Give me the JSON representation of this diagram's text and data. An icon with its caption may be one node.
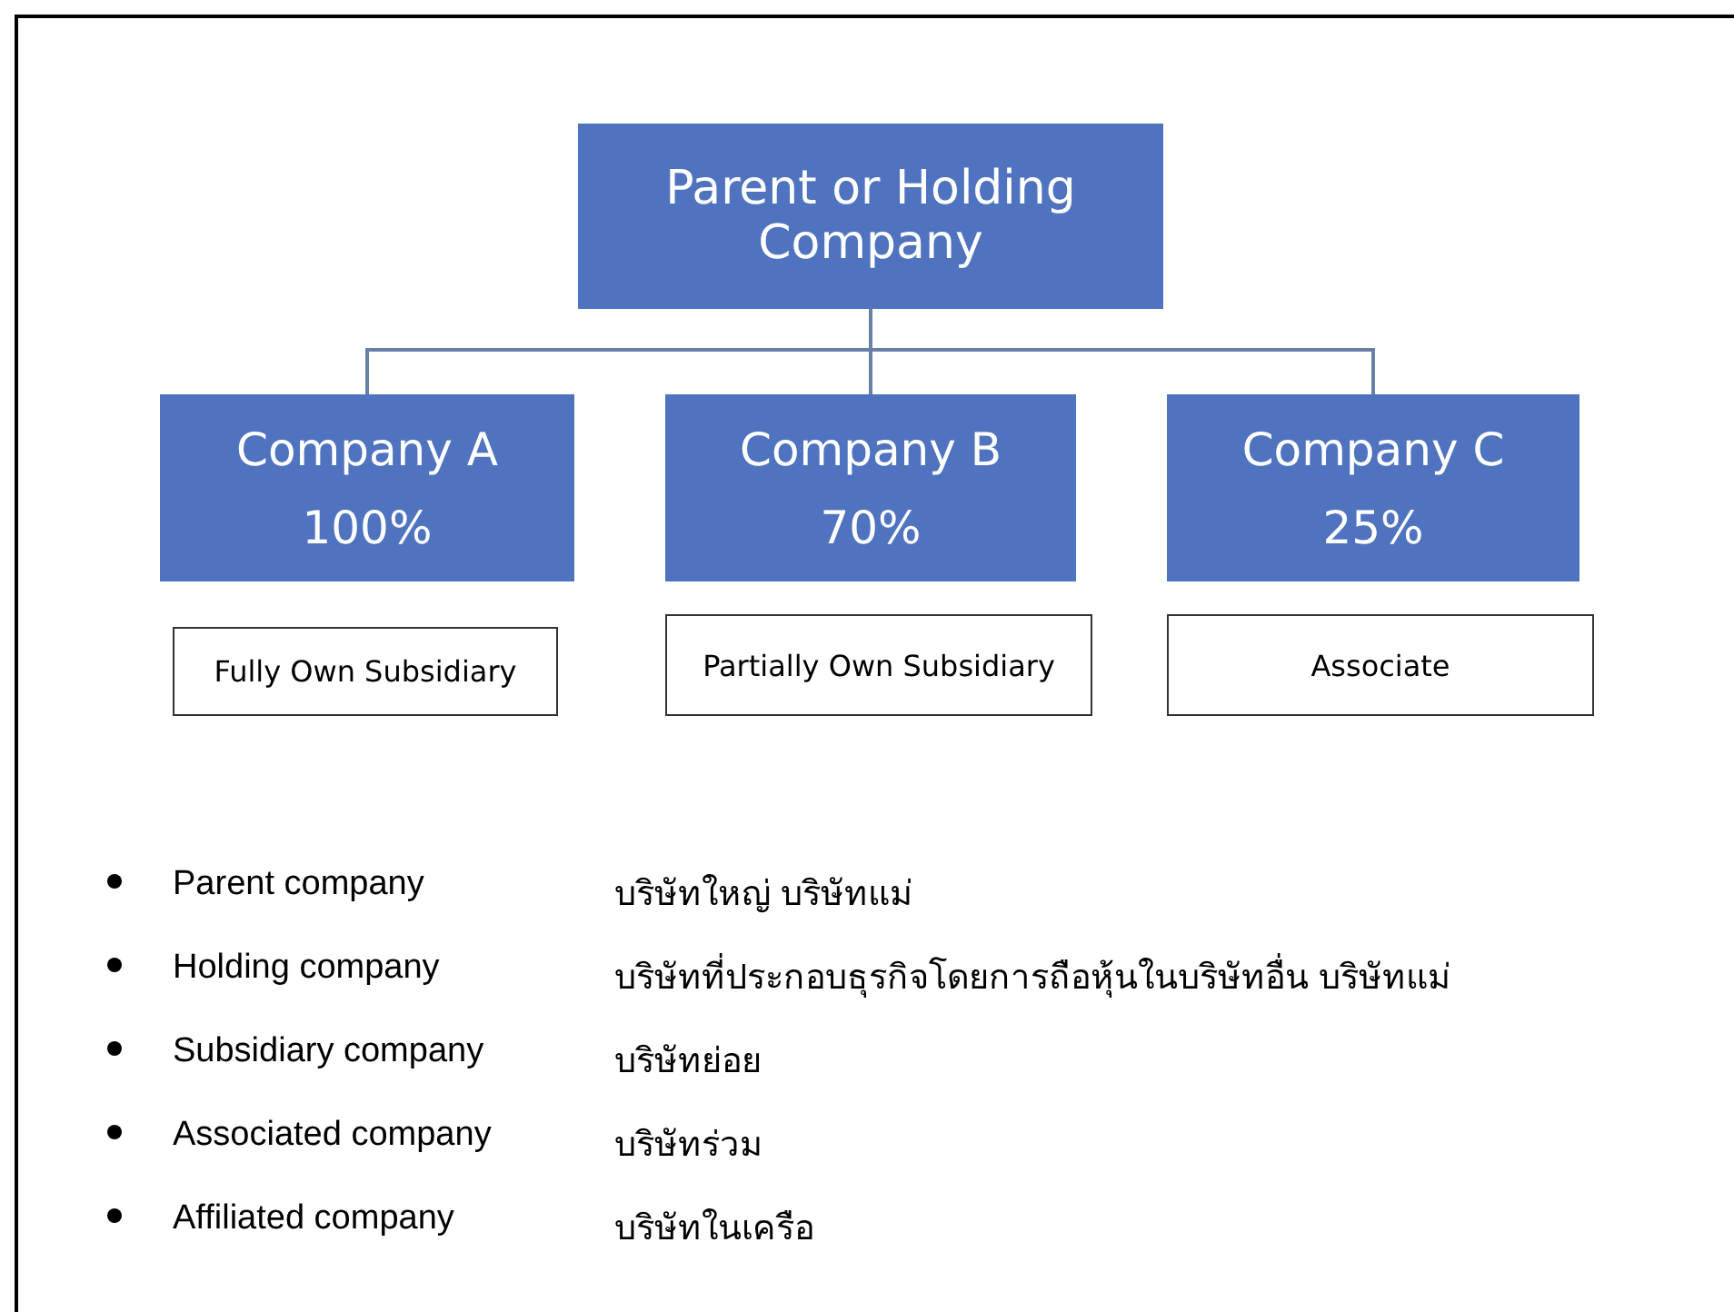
{
  "diagram": {
    "nodes": [
      {
        "text": [
          "Parent or Holding Company"
        ]
      },
      {
        "text": [
          "Company A",
          "100%"
        ]
      },
      {
        "text": [
          "Company B",
          "70%"
        ]
      },
      {
        "text": [
          "Company C",
          "25%"
        ]
      },
      {
        "text": [
          "Fully Own Subsidiary"
        ]
      },
      {
        "text": [
          "Partially Own Subsidiary"
        ]
      },
      {
        "text": [
          "Associate"
        ]
      }
    ],
    "edges": [
      {
        "from": 0,
        "to": 1,
        "arrow": "none"
      },
      {
        "from": 0,
        "to": 2,
        "arrow": "none"
      },
      {
        "from": 0,
        "to": 3,
        "arrow": "none"
      }
    ],
    "labels": [
      "Parent company",
      "บริษัทใหญ่ บริษัทแม่",
      "Holding company",
      "บริษัทที่ประกอบธุรกิจโดยการถือหุ้นในบริษัทอื่น บริษัทแม่",
      "Subsidiary company",
      "บริษัทย่อย",
      "Associated company",
      "บริษัทร่วม",
      "Affiliated company",
      "บริษัทในเครือ"
    ]
  }
}
